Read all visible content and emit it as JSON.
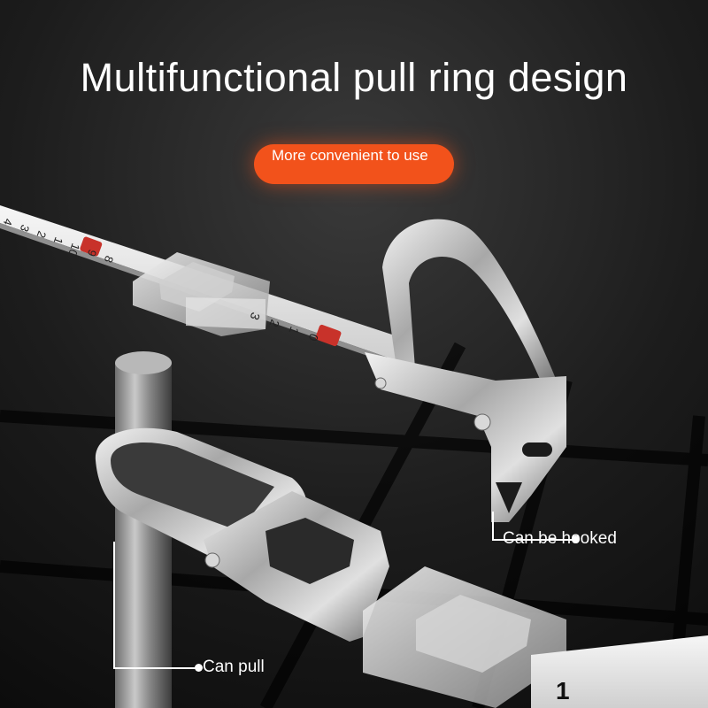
{
  "headline": "Multifunctional pull ring design",
  "badge": {
    "text": "More convenient to use",
    "color": "#f2521b"
  },
  "callouts": {
    "hooked": "Can be hooked",
    "pull": "Can pull"
  },
  "tape": {
    "upper_marks": [
      "4",
      "3",
      "2",
      "1",
      "10",
      "9",
      "8"
    ],
    "lower_marks": [
      "3",
      "2",
      "1",
      "0"
    ],
    "corner_marks": [
      "1"
    ]
  }
}
